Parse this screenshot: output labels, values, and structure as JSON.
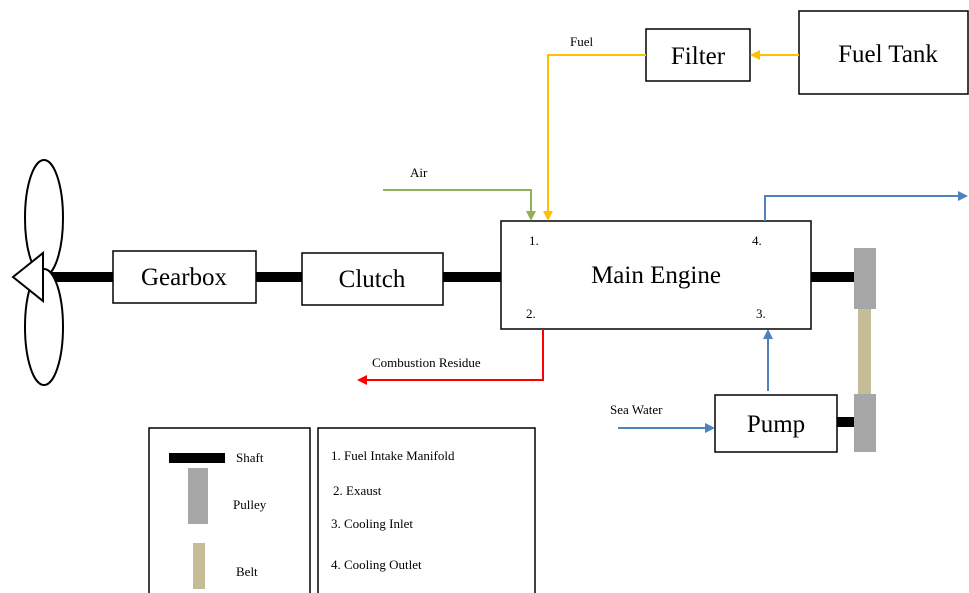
{
  "blocks": {
    "fuel_tank": "Fuel Tank",
    "filter": "Filter",
    "gearbox": "Gearbox",
    "clutch": "Clutch",
    "main_engine": "Main Engine",
    "pump": "Pump"
  },
  "ports": {
    "p1": "1.",
    "p2": "2.",
    "p3": "3.",
    "p4": "4."
  },
  "flows": {
    "fuel": "Fuel",
    "air": "Air",
    "combustion_residue": "Combustion Residue",
    "sea_water": "Sea Water"
  },
  "legend": {
    "components": [
      {
        "name": "shaft",
        "label": "Shaft"
      },
      {
        "name": "pulley",
        "label": "Pulley"
      },
      {
        "name": "belt",
        "label": "Belt"
      }
    ],
    "ports": [
      "1. Fuel Intake Manifold",
      "2. Exaust",
      "3. Cooling Inlet",
      "4. Cooling Outlet"
    ]
  },
  "colors": {
    "fuel": "#FFC000",
    "air": "#92B05A",
    "exhaust": "#FF0000",
    "cooling": "#4F81BD",
    "shaft": "#000000",
    "pulley": "#A6A6A6",
    "belt": "#C4BD97"
  },
  "icons": {
    "propeller": "propeller-icon"
  }
}
